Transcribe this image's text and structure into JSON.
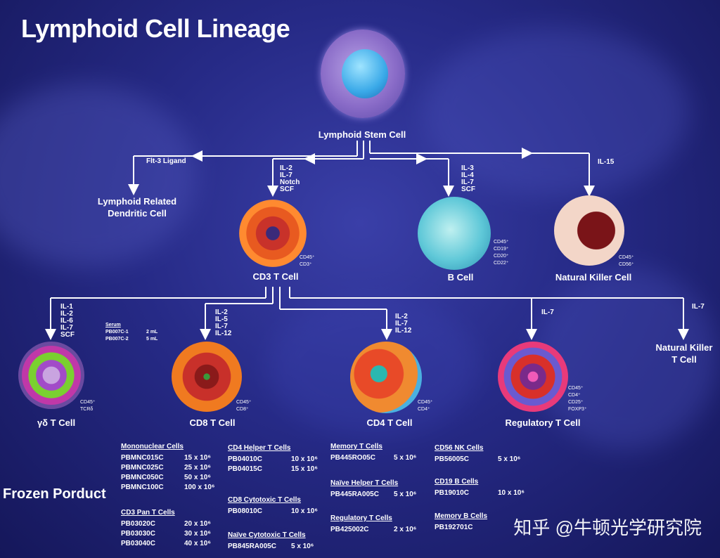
{
  "title": "Lymphoid Cell Lineage",
  "cells": {
    "stem": "Lymphoid Stem Cell",
    "dendritic": "Lymphoid Related\nDendritic Cell",
    "cd3": "CD3 T Cell",
    "bcell": "B Cell",
    "nk": "Natural Killer Cell",
    "gd": "γδ T Cell",
    "cd8": "CD8 T Cell",
    "cd4": "CD4 T Cell",
    "treg": "Regulatory T Cell",
    "nkt": "Natural Killer\nT Cell"
  },
  "factors": {
    "flt3": "Flt-3 Ligand",
    "cd3_in": "IL-2\nIL-7\nNotch\nSCF",
    "b_in": "IL-3\nIL-4\nIL-7\nSCF",
    "nk_in": "IL-15",
    "gd_in": "IL-1\nIL-2\nIL-6\nIL-7\nSCF",
    "cd8_in": "IL-2\nIL-5\nIL-7\nIL-12",
    "cd4_in": "IL-2\nIL-7\nIL-12",
    "treg_in": "IL-7",
    "nkt_in": "IL-7"
  },
  "markers": {
    "cd3": "CD45⁺\nCD3⁺",
    "bcell": "CD45⁺\nCD19⁺\nCD20⁺\nCD22⁺",
    "nk": "CD45⁺\nCD56⁺",
    "gd": "CD45⁺\nTCRδ",
    "cd8": "CD45⁺\nCD8⁺",
    "cd4": "CD45⁺\nCD4⁺",
    "treg": "CD45⁺\nCD4⁺\nCD25⁺\nFOXP3⁺"
  },
  "serum": {
    "heading": "Serum",
    "rows": [
      [
        "PB007C-1",
        "2 mL"
      ],
      [
        "PB007C-2",
        "5 mL"
      ]
    ]
  },
  "frozen_title": "Frozen Porduct",
  "products": [
    {
      "heading": "Mononuclear Cells",
      "rows": [
        [
          "PBMNC015C",
          "15 x 10⁶"
        ],
        [
          "PBMNC025C",
          "25 x 10⁶"
        ],
        [
          "PBMNC050C",
          "50 x 10⁶"
        ],
        [
          "PBMNC100C",
          "100 x 10⁶"
        ]
      ]
    },
    {
      "heading": "CD3 Pan T Cells",
      "rows": [
        [
          "PB03020C",
          "20 x 10⁶"
        ],
        [
          "PB03030C",
          "30 x 10⁶"
        ],
        [
          "PB03040C",
          "40 x 10⁶"
        ]
      ]
    },
    {
      "heading": "CD4 Helper T Cells",
      "rows": [
        [
          "PB04010C",
          "10 x 10⁶"
        ],
        [
          "PB04015C",
          "15 x 10⁶"
        ]
      ]
    },
    {
      "heading": "CD8 Cytotoxic T Cells",
      "rows": [
        [
          "PB08010C",
          "10 x 10⁶"
        ]
      ]
    },
    {
      "heading": "Naïve Cytotoxic T Cells",
      "rows": [
        [
          "PB845RA005C",
          "5 x 10⁶"
        ]
      ]
    },
    {
      "heading": "Memory T Cells",
      "rows": [
        [
          "PB445RO05C",
          "5 x 10⁶"
        ]
      ]
    },
    {
      "heading": "Naïve Helper T Cells",
      "rows": [
        [
          "PB445RA005C",
          "5 x 10⁶"
        ]
      ]
    },
    {
      "heading": "Regulatory T Cells",
      "rows": [
        [
          "PB425002C",
          "2 x 10⁶"
        ]
      ]
    },
    {
      "heading": "CD56 NK Cells",
      "rows": [
        [
          "PB56005C",
          "5 x 10⁶"
        ]
      ]
    },
    {
      "heading": "CD19 B Cells",
      "rows": [
        [
          "PB19010C",
          "10 x 10⁶"
        ]
      ]
    },
    {
      "heading": "Memory B Cells",
      "rows": [
        [
          "PB192701C",
          ""
        ]
      ]
    }
  ],
  "watermark": "知乎 @牛顿光学研究院",
  "colors": {
    "background": "#262a86",
    "text": "#ffffff",
    "line": "#ffffff"
  }
}
